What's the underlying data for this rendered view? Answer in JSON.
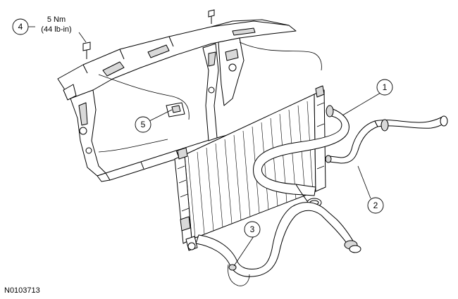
{
  "figure_id": "N0103713",
  "torque_spec": {
    "line1": "5 Nm",
    "line2": "(44 lb-in)"
  },
  "callouts": [
    {
      "number": "1",
      "target": "upper-radiator-hose"
    },
    {
      "number": "2",
      "target": "degas-bottle-hose"
    },
    {
      "number": "3",
      "target": "lower-radiator-hose"
    },
    {
      "number": "4",
      "target": "radiator-support-bolt"
    },
    {
      "number": "5",
      "target": "radiator-isolator-bracket"
    }
  ],
  "colors": {
    "line": "#000000",
    "fill": "#ffffff",
    "shade": "#d9d9d9"
  }
}
